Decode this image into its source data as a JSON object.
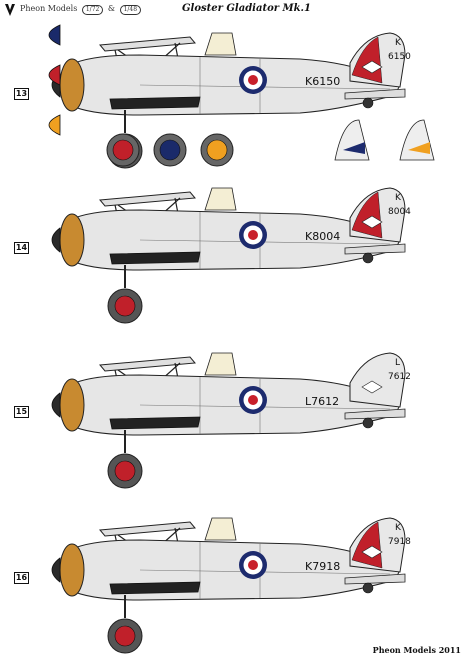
{
  "header": {
    "brand": "Pheon Models",
    "badge1": "1/72",
    "amp": "&",
    "badge2": "1/48",
    "title": "Gloster Gladiator Mk.1"
  },
  "profiles": [
    {
      "number": "13",
      "serial": "K6150",
      "fin_letter": "K",
      "fin_serial": "6150",
      "fin_style": "red-white",
      "spinner": "#2a2a2a"
    },
    {
      "number": "14",
      "serial": "K8004",
      "fin_letter": "K",
      "fin_serial": "8004",
      "fin_style": "red-diamond",
      "spinner": "#2a2a2a"
    },
    {
      "number": "15",
      "serial": "L7612",
      "fin_letter": "L",
      "fin_serial": "7612",
      "fin_style": "plain-chevron",
      "spinner": "#2a2a2a"
    },
    {
      "number": "16",
      "serial": "K7918",
      "fin_letter": "K",
      "fin_serial": "7918",
      "fin_style": "red-white",
      "spinner": "#2a2a2a"
    }
  ],
  "spinner_options": [
    "#1a2a6a",
    "#c0202a",
    "#f0a020"
  ],
  "wheel_options": [
    "#c0202a",
    "#1a2a6a",
    "#f0a020"
  ],
  "colors": {
    "roundel_blue": "#1d2b6e",
    "roundel_red": "#c8202b",
    "fuselage": "#e6e6e6",
    "cowl": "#c88a30",
    "red": "#c0202a"
  },
  "footer": "Pheon Models 2011"
}
